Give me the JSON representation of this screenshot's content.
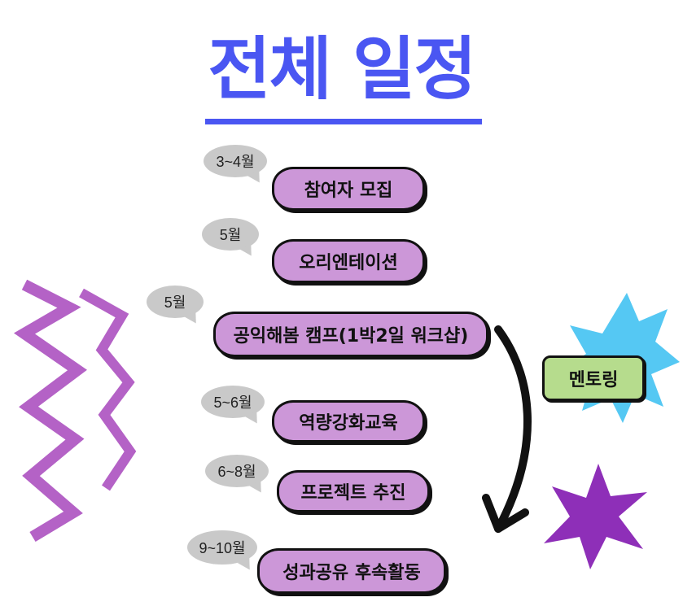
{
  "title": "전체 일정",
  "schedule": [
    {
      "period": "3~4월",
      "activity": "참여자 모집"
    },
    {
      "period": "5월",
      "activity": "오리엔테이션"
    },
    {
      "period": "5월",
      "activity": "공익해봄 캠프(1박2일 워크샵)"
    },
    {
      "period": "5~6월",
      "activity": "역량강화교육"
    },
    {
      "period": "6~8월",
      "activity": "프로젝트 추진"
    },
    {
      "period": "9~10월",
      "activity": "성과공유 후속활동"
    }
  ],
  "side_label": "멘토링",
  "colors": {
    "title": "#4a56f2",
    "pill": "#cc97d8",
    "bubble": "#c9c9c9",
    "mentor": "#b6dc8d",
    "zigzag": "#b462c6",
    "splash_blue": "#55c8f3",
    "star_purple": "#8e2fb8"
  }
}
